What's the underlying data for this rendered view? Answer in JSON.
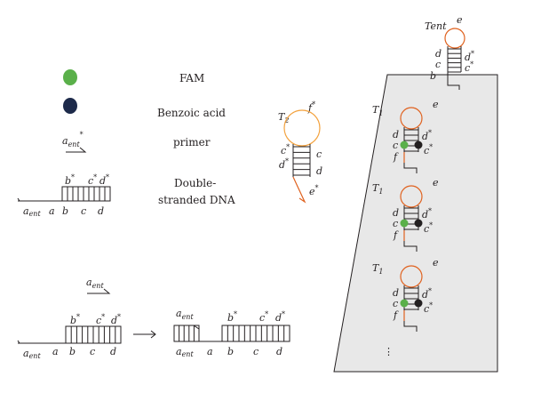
{
  "legend": {
    "fam": {
      "label": "FAM",
      "color": "#5ab04a"
    },
    "benzoic": {
      "label": "Benzoic acid",
      "color": "#1d2a4a"
    },
    "primer": {
      "symbol": "a",
      "sub": "ent",
      "sup": "*",
      "label": "primer"
    },
    "dsdna": {
      "label_line1": "Double-",
      "label_line2": "stranded DNA",
      "top": [
        {
          "base": "b",
          "star": "*"
        },
        {
          "base": "c",
          "star": "*"
        },
        {
          "base": "d",
          "star": "*"
        }
      ],
      "bottom": [
        {
          "base": "a",
          "sub": "ent"
        },
        {
          "base": "a"
        },
        {
          "base": "b"
        },
        {
          "base": "c"
        },
        {
          "base": "d"
        }
      ]
    }
  },
  "t2": {
    "name": "T",
    "sub": "2",
    "loop_label": "f",
    "loop_star": "*",
    "stem_left": [
      {
        "base": "c",
        "star": "*"
      },
      {
        "base": "d",
        "star": "*"
      }
    ],
    "stem_right": [
      {
        "base": "c"
      },
      {
        "base": "d"
      }
    ],
    "tail": "e",
    "tail_star": "*"
  },
  "bottom_reaction": {
    "primer": {
      "symbol": "a",
      "sub": "ent"
    },
    "before_top": [
      {
        "base": "b",
        "star": "*"
      },
      {
        "base": "c",
        "star": "*"
      },
      {
        "base": "d",
        "star": "*"
      }
    ],
    "before_bottom": [
      {
        "base": "a",
        "sub": "ent"
      },
      {
        "base": "a"
      },
      {
        "base": "b"
      },
      {
        "base": "c"
      },
      {
        "base": "d"
      }
    ],
    "after_primer": {
      "symbol": "a",
      "sub": "ent"
    },
    "after_top": [
      {
        "base": "b",
        "star": "*"
      },
      {
        "base": "c",
        "star": "*"
      },
      {
        "base": "d",
        "star": "*"
      }
    ],
    "after_bottom": [
      {
        "base": "a",
        "sub": "ent"
      },
      {
        "base": "a"
      },
      {
        "base": "b"
      },
      {
        "base": "c"
      },
      {
        "base": "d"
      }
    ]
  },
  "panel": {
    "tent": {
      "name": "Tent",
      "loop": "e",
      "left": [
        "d",
        "c",
        "b"
      ],
      "right": [
        {
          "base": "d",
          "star": "*"
        },
        {
          "base": "c",
          "star": "*"
        }
      ]
    },
    "t1_units": [
      {
        "name": "T",
        "sub": "1",
        "loop": "e",
        "left": [
          "d",
          "c",
          "f"
        ],
        "right": [
          {
            "base": "d",
            "star": "*"
          },
          {
            "base": "c",
            "star": "*"
          }
        ]
      },
      {
        "name": "T",
        "sub": "1",
        "loop": "e",
        "left": [
          "d",
          "c",
          "f"
        ],
        "right": [
          {
            "base": "d",
            "star": "*"
          },
          {
            "base": "c",
            "star": "*"
          }
        ]
      },
      {
        "name": "T",
        "sub": "1",
        "loop": "e",
        "left": [
          "d",
          "c",
          "f"
        ],
        "right": [
          {
            "base": "d",
            "star": "*"
          },
          {
            "base": "c",
            "star": "*"
          }
        ]
      }
    ],
    "ellipsis": "⋮",
    "colors": {
      "panel_fill": "#e8e8e8",
      "loop": "#e0621f",
      "fam": "#5ab04a",
      "benzoic": "#231f20"
    }
  }
}
